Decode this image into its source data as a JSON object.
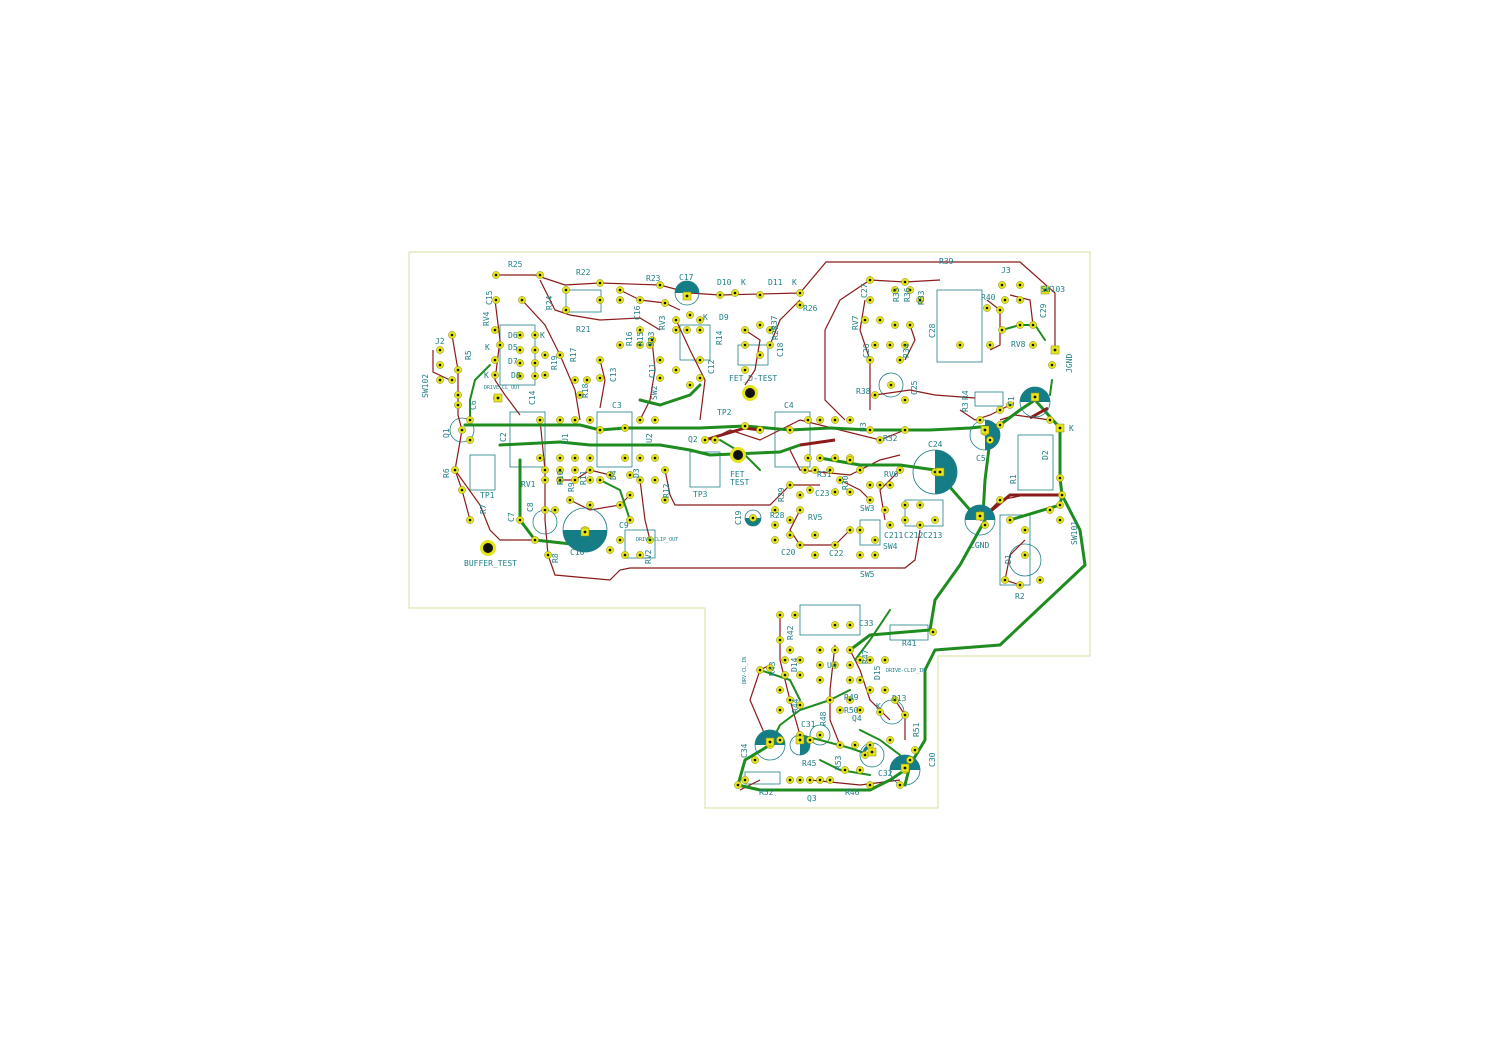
{
  "colors": {
    "background": "#ffffff",
    "outline": "#d8dca0",
    "trace_red": "#8b1a1a",
    "trace_green": "#1e8c1e",
    "pad": "#e5e51a",
    "silk": "#1f7f86",
    "cap_fill": "#147d86"
  },
  "labels": {
    "r25": "R25",
    "r22": "R22",
    "r23": "R23",
    "c17": "C17",
    "d10": "D10",
    "d11": "D11",
    "k1": "K",
    "k2": "K",
    "d9": "D9",
    "k3": "K",
    "r26": "R26",
    "r39": "R39",
    "j3": "J3",
    "sw103": "SW103",
    "r40": "R40",
    "c29": "C29",
    "rv8": "RV8",
    "jgnd": "JGND",
    "c28": "C28",
    "c15": "C15",
    "r24": "R24",
    "rv4": "RV4",
    "r21": "R21",
    "c16": "C16",
    "rv3": "RV3",
    "r37": "R37",
    "rv7": "RV7",
    "c27": "C27",
    "r35": "R35",
    "r36": "R36",
    "r33": "R33",
    "r34": "R34",
    "c26": "C26",
    "c25": "C25",
    "r38": "R38",
    "j2": "J2",
    "r5": "R5",
    "sw102": "SW102",
    "c6": "C6",
    "d6": "D6",
    "d5": "D5",
    "d7": "D7",
    "d8": "D8",
    "kd6": "K",
    "kd5": "K",
    "kd8": "K",
    "drive_cl_out": "DRIVE-CL_OUT",
    "r19": "R19",
    "r17": "R17",
    "r18": "R18",
    "c13": "C13",
    "r16": "R16",
    "r15": "R15",
    "r13": "R13",
    "c11": "C11",
    "c12": "C12",
    "r14": "R14",
    "r27": "R27",
    "c18": "C18",
    "fet_d_test": "FET_D-TEST",
    "c14": "C14",
    "c3": "C3",
    "sw2": "SW2",
    "tp2": "TP2",
    "c4": "C4",
    "u3": "U3",
    "q1": "Q1",
    "c2": "C2",
    "u1": "U1",
    "u2": "U2",
    "q2": "Q2",
    "fet_test": "FET",
    "fet_test2": "TEST",
    "tp3": "TP3",
    "r4": "R4",
    "r3": "R3",
    "c1": "C1",
    "k4": "K",
    "d2": "D2",
    "c5": "C5",
    "r32": "R32",
    "c24": "C24",
    "r6": "R6",
    "tp1": "TP1",
    "rv1": "RV1",
    "r10": "R10",
    "r11": "R11",
    "r9": "R9",
    "d4": "D4",
    "d3": "D3",
    "r12": "R12",
    "r31": "R31",
    "r30": "R30",
    "c23": "C23",
    "rv6": "RV6",
    "r29": "R29",
    "r28": "R28",
    "rv5": "RV5",
    "sw3": "SW3",
    "r1": "R1",
    "cgnd": "CGND",
    "sw101": "SW101",
    "r7": "R7",
    "c7": "C7",
    "c8": "C8",
    "c10": "C10",
    "c9": "C9",
    "drive_clip_out": "DRIVE-CLIP_OUT",
    "rv2": "RV2",
    "r8": "R8",
    "buffer_test": "BUFFER_TEST",
    "c19": "C19",
    "c20": "C20",
    "c22": "C22",
    "c211": "C211",
    "c212": "C212",
    "c213": "C213",
    "sw4": "SW4",
    "sw5": "SW5",
    "d1": "D1",
    "r2": "R2",
    "c33": "C33",
    "r41": "R41",
    "r42": "R42",
    "r43": "R43",
    "d14": "D14",
    "u4": "U4",
    "r47": "R47",
    "d15": "D15",
    "drive_clip_in": "DRIVE-CLIP_IN",
    "r44": "R44",
    "r48": "R48",
    "r49": "R49",
    "r50": "R50",
    "q4": "Q4",
    "d13": "D13",
    "kd13": "K",
    "c31": "C31",
    "c34": "C34",
    "r45": "R45",
    "c32": "C32",
    "r51": "R51",
    "c30": "C30",
    "r52": "R52",
    "q3": "Q3",
    "r46": "R46",
    "r53": "R53",
    "drv_cl_in": "DRV-CL_IN"
  }
}
